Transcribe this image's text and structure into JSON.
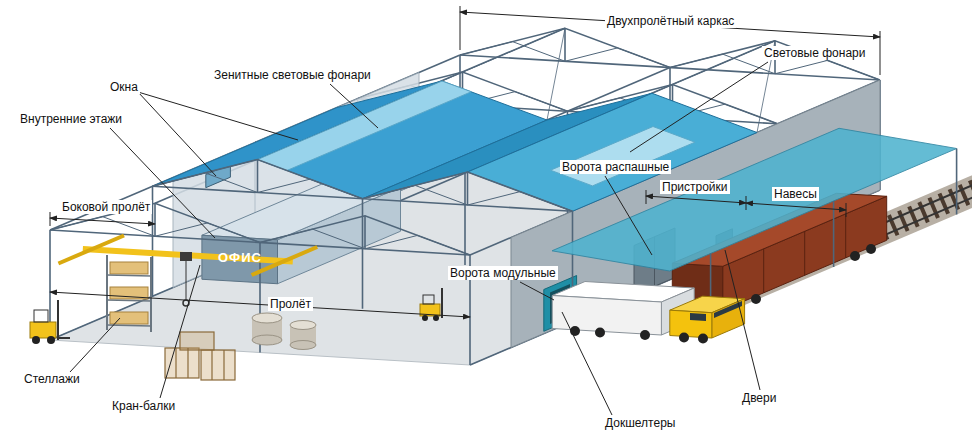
{
  "diagram": {
    "labels": [
      "Двухпролётный каркас",
      "Зенитные световые фонари",
      "Световые фонари",
      "Окна",
      "Внутренние этажи",
      "Боковой пролёт",
      "Ворота распашные",
      "Пристройки",
      "Навесы",
      "Ворота модульные",
      "Пролёт",
      "Стеллажи",
      "Кран-балки",
      "Двери",
      "Докшелтеры",
      "ОФИС"
    ]
  }
}
